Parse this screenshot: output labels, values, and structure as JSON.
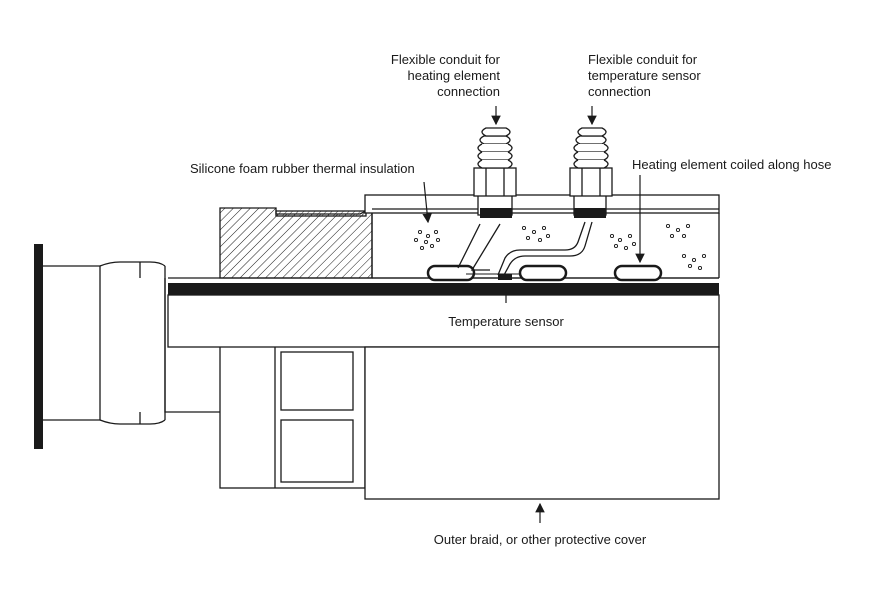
{
  "labels": {
    "conduit_heating": "Flexible conduit for\nheating element\nconnection",
    "conduit_sensor": "Flexible conduit for\ntemperature sensor\nconnection",
    "insulation": "Silicone foam rubber thermal insulation",
    "heating_element": "Heating element coiled along hose",
    "temperature_sensor": "Temperature sensor",
    "outer_braid": "Outer braid, or other protective cover"
  },
  "colors": {
    "line": "#1a1a1a",
    "fill": "#ffffff"
  }
}
